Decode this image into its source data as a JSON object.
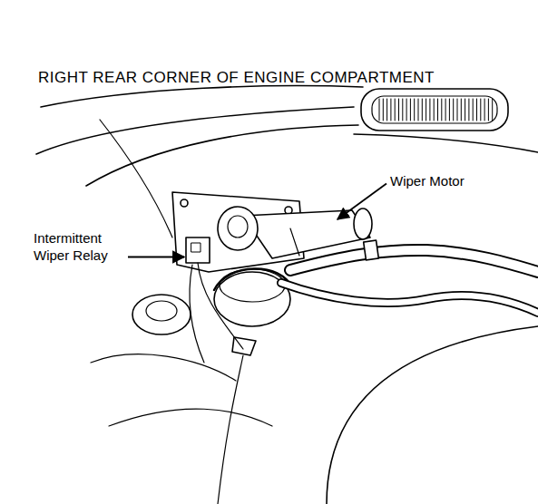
{
  "diagram": {
    "title": "RIGHT REAR CORNER OF ENGINE COMPARTMENT",
    "labels": [
      "Wiper Motor",
      "Intermittent Wiper Relay"
    ]
  }
}
